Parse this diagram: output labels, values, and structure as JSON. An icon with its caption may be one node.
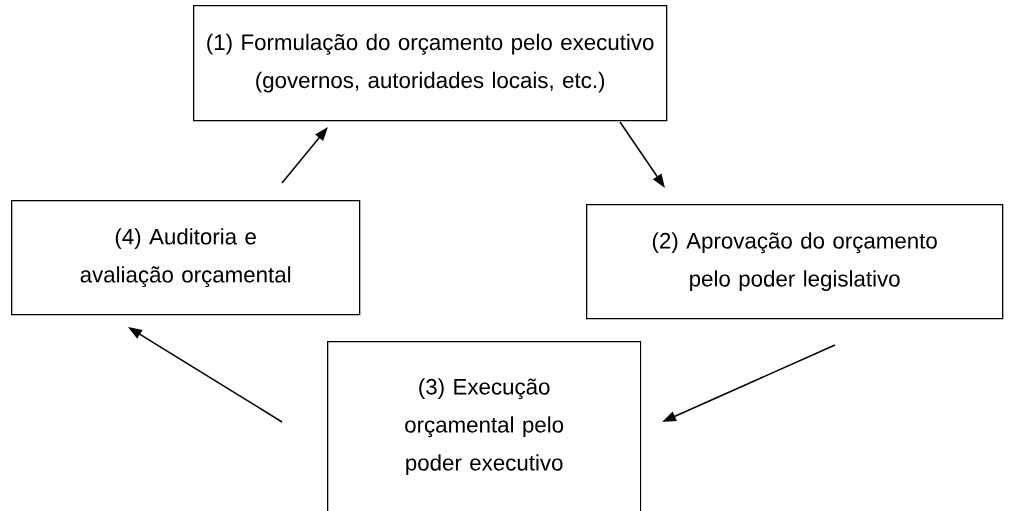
{
  "diagram": {
    "nodes": [
      {
        "text": [
          "(1) Formulação do orçamento pelo executivo (governos, autoridades locais, etc.)"
        ]
      },
      {
        "text": [
          "(2) Aprovação do orçamento pelo poder legislativo"
        ]
      },
      {
        "text": [
          "(3) Execução orçamental pelo poder executivo"
        ]
      },
      {
        "text": [
          "(4) Auditoria e avaliação orçamental"
        ]
      }
    ],
    "edges": [
      {
        "from": 0,
        "to": 1,
        "arrow": "to"
      },
      {
        "from": 1,
        "to": 2,
        "arrow": "to"
      },
      {
        "from": 2,
        "to": 3,
        "arrow": "to"
      },
      {
        "from": 3,
        "to": 0,
        "arrow": "to"
      }
    ]
  }
}
